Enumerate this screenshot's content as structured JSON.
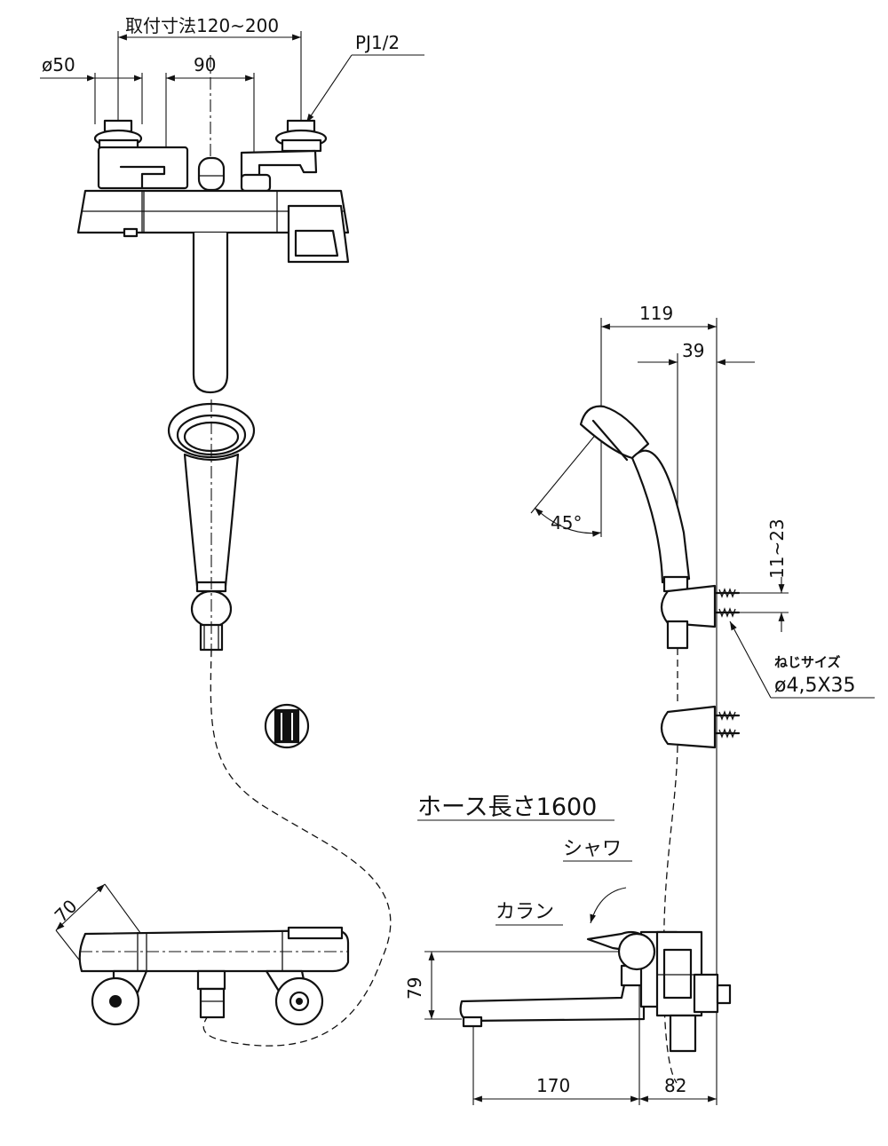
{
  "dimensions": {
    "mount_range": "取付寸法120~200",
    "diameter_50": "ø50",
    "width_90": "90",
    "pipe_thread": "PJ1/2",
    "depth_119": "119",
    "offset_39": "39",
    "angle_45": "45°",
    "bracket_range": "11~23",
    "screw_label": "ねじサイズ",
    "screw_size": "ø4,5X35",
    "hose_length": "ホース長さ1600",
    "depth_70": "70",
    "height_79": "79",
    "spout_170": "170",
    "wall_82": "82"
  },
  "labels": {
    "shower": "シャワ",
    "karan": "カラン"
  }
}
